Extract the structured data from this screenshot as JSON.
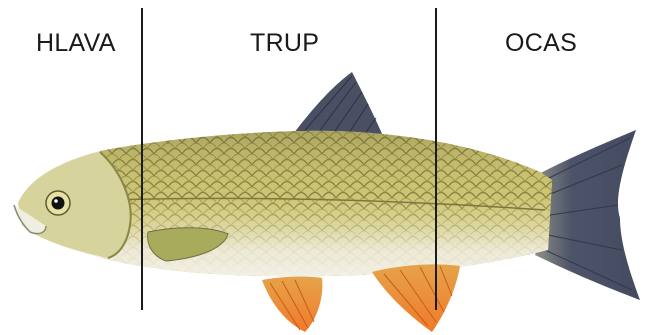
{
  "labels": {
    "head": "HLAVA",
    "body": "TRUP",
    "tail": "OCAS"
  },
  "colors": {
    "body_scales": "#c9c06a",
    "belly": "#f2f0e6",
    "dorsal_fin": "#4a4f63",
    "tail_fin": "#4d5368",
    "lower_fins": "#e8893a",
    "divider": "#1c1c1c"
  },
  "icons": {
    "fish": "fish-illustration",
    "eye": "eye-icon"
  }
}
